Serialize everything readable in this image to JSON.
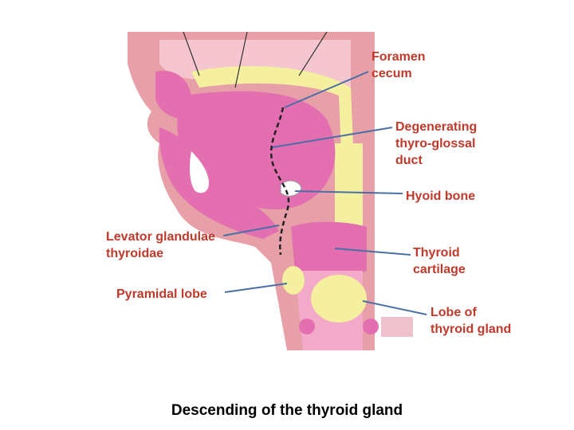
{
  "diagram": {
    "labels": {
      "foramen_cecum": [
        "Foramen",
        "cecum"
      ],
      "degenerating_duct": [
        "Degenerating",
        "thyro-glossal",
        "duct"
      ],
      "hyoid_bone": [
        "Hyoid bone"
      ],
      "levator": [
        "Levator glandulae",
        "thyroidae"
      ],
      "thyroid_cartilage": [
        "Thyroid",
        "cartilage"
      ],
      "pyramidal_lobe": [
        "Pyramidal lobe"
      ],
      "lobe_of_thyroid": [
        "Lobe of",
        "thyroid gland"
      ]
    },
    "colors": {
      "label_text": "#c0392b",
      "leader_line": "#4a6fa5",
      "tissue_pink": "#e36fb0",
      "tissue_light": "#f3a9c8",
      "skin": "#e8a0a8",
      "cartilage_yellow": "#f4f0a0",
      "duct_dashed": "#222222"
    }
  },
  "caption": "Descending of the thyroid gland"
}
